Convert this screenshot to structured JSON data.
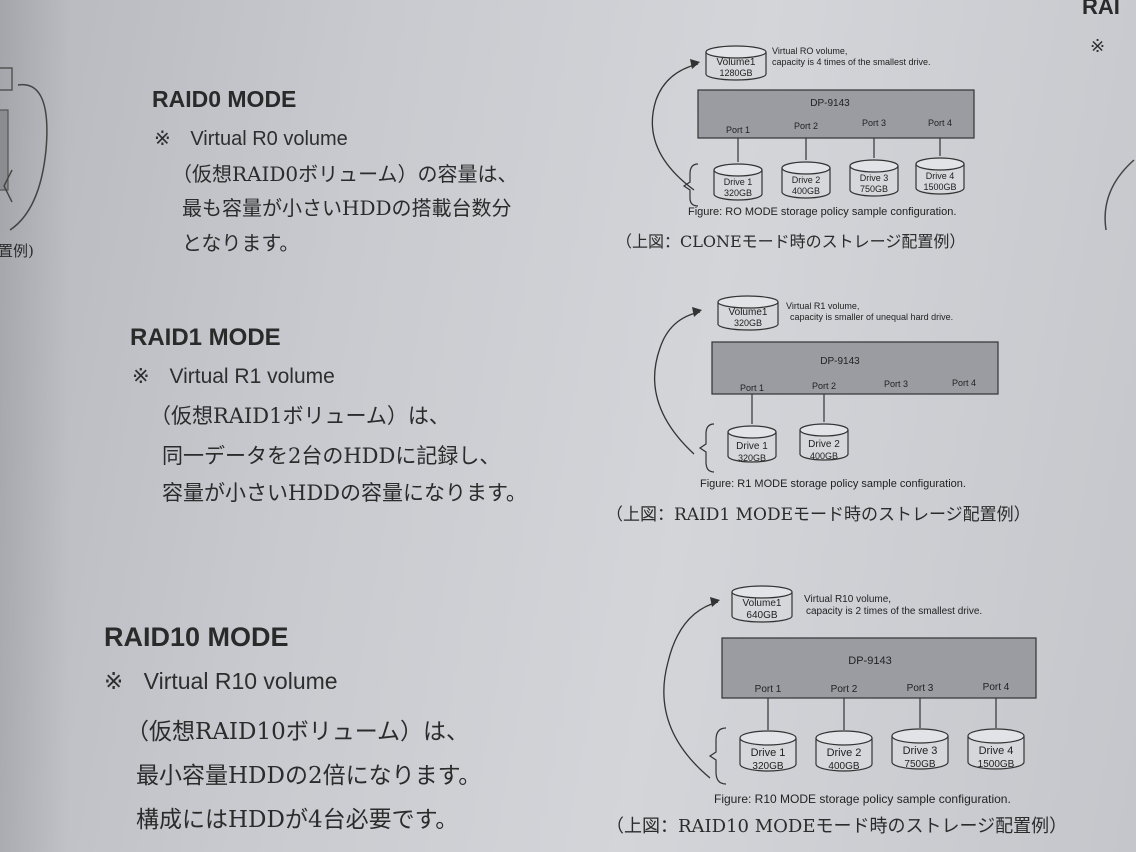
{
  "edge": {
    "left_label": "置例)",
    "right_heading_fragment": "RAI",
    "right_symbol": "※"
  },
  "sections": [
    {
      "heading": "RAID0 MODE",
      "symbol": "※",
      "subtitle": "Virtual R0 volume",
      "lines": [
        "（仮想RAID0ボリューム）の容量は、",
        "最も容量が小さいHDDの搭載台数分",
        "となります。"
      ],
      "diagram": {
        "volume_name": "Volume1",
        "volume_size": "1280GB",
        "note_line1": "Virtual RO volume,",
        "note_line2": "capacity is 4 times of the smallest drive.",
        "device": "DP-9143",
        "ports": [
          "Port 1",
          "Port 2",
          "Port 3",
          "Port 4"
        ],
        "drives": [
          {
            "name": "Drive 1",
            "size": "320GB"
          },
          {
            "name": "Drive 2",
            "size": "400GB"
          },
          {
            "name": "Drive 3",
            "size": "750GB"
          },
          {
            "name": "Drive 4",
            "size": "1500GB"
          }
        ],
        "caption": "Figure: RO MODE storage policy sample configuration.",
        "jp_caption": "（上図：CLONEモード時のストレージ配置例）"
      }
    },
    {
      "heading": "RAID1 MODE",
      "symbol": "※",
      "subtitle": "Virtual R1 volume",
      "lines": [
        "（仮想RAID1ボリューム）は、",
        "同一データを2台のHDDに記録し、",
        "容量が小さいHDDの容量になります。"
      ],
      "diagram": {
        "volume_name": "Volume1",
        "volume_size": "320GB",
        "note_line1": "Virtual R1 volume,",
        "note_line2": "capacity is smaller of unequal hard drive.",
        "device": "DP-9143",
        "ports": [
          "Port 1",
          "Port 2",
          "Port 3",
          "Port 4"
        ],
        "drives": [
          {
            "name": "Drive 1",
            "size": "320GB"
          },
          {
            "name": "Drive 2",
            "size": "400GB"
          }
        ],
        "caption": "Figure: R1 MODE storage policy sample configuration.",
        "jp_caption": "（上図：RAID1 MODEモード時のストレージ配置例）"
      }
    },
    {
      "heading": "RAID10 MODE",
      "symbol": "※",
      "subtitle": "Virtual R10 volume",
      "lines": [
        "（仮想RAID10ボリューム）は、",
        "最小容量HDDの2倍になります。",
        "構成にはHDDが4台必要です。"
      ],
      "diagram": {
        "volume_name": "Volume1",
        "volume_size": "640GB",
        "note_line1": "Virtual R10 volume,",
        "note_line2": "capacity is 2 times of the smallest drive.",
        "device": "DP-9143",
        "ports": [
          "Port 1",
          "Port 2",
          "Port 3",
          "Port 4"
        ],
        "drives": [
          {
            "name": "Drive 1",
            "size": "320GB"
          },
          {
            "name": "Drive 2",
            "size": "400GB"
          },
          {
            "name": "Drive 3",
            "size": "750GB"
          },
          {
            "name": "Drive 4",
            "size": "1500GB"
          }
        ],
        "caption": "Figure: R10 MODE storage policy sample configuration.",
        "jp_caption": "（上図：RAID10 MODEモード時のストレージ配置例）"
      }
    }
  ]
}
